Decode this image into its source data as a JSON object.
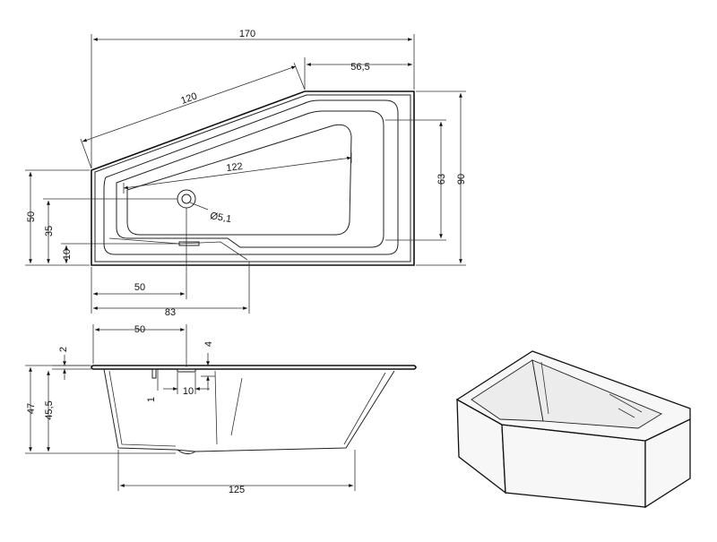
{
  "top_view": {
    "dim_total_width": "170",
    "dim_right_segment": "56,5",
    "dim_slanted_edge": "120",
    "dim_inner_diagonal": "122",
    "dim_drain_diameter": "Ø5,1",
    "dim_total_depth": "90",
    "dim_inner_depth": "63",
    "dim_left_height": "50",
    "dim_drain_height": "35",
    "dim_offset_height": "10",
    "dim_drain_x": "50",
    "dim_step_x": "83"
  },
  "side_view": {
    "dim_drain_x": "50",
    "dim_rim_thickness": "2",
    "dim_overflow_top": "4",
    "dim_overflow_gap": "1",
    "dim_overflow_width": "10",
    "dim_total_height": "47",
    "dim_inner_height": "45,5",
    "dim_bottom_length": "125"
  }
}
